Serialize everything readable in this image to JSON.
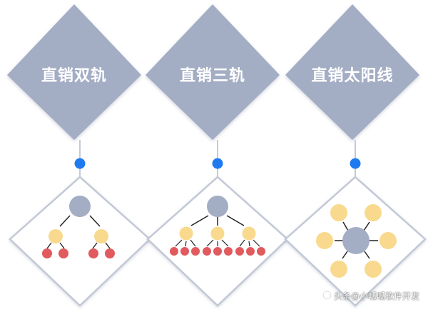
{
  "colors": {
    "top_diamond_fill": "#a3adc4",
    "bottom_diamond_fill": "#ffffff",
    "bottom_diamond_border": "#c2c8d6",
    "connector_dot": "#1f7af0",
    "connector_line": "#c4cad8",
    "root_node": "#a3adc4",
    "mid_node": "#f9d98d",
    "leaf_node": "#e05a5e",
    "edge": "#222222"
  },
  "panels": [
    {
      "title": "直销双轨",
      "diagram": "binary"
    },
    {
      "title": "直销三轨",
      "diagram": "ternary"
    },
    {
      "title": "直销太阳线",
      "diagram": "sunline"
    }
  ],
  "watermark": {
    "icon": "camera-lens-icon",
    "text": "头条@小呱呱软件开发"
  }
}
